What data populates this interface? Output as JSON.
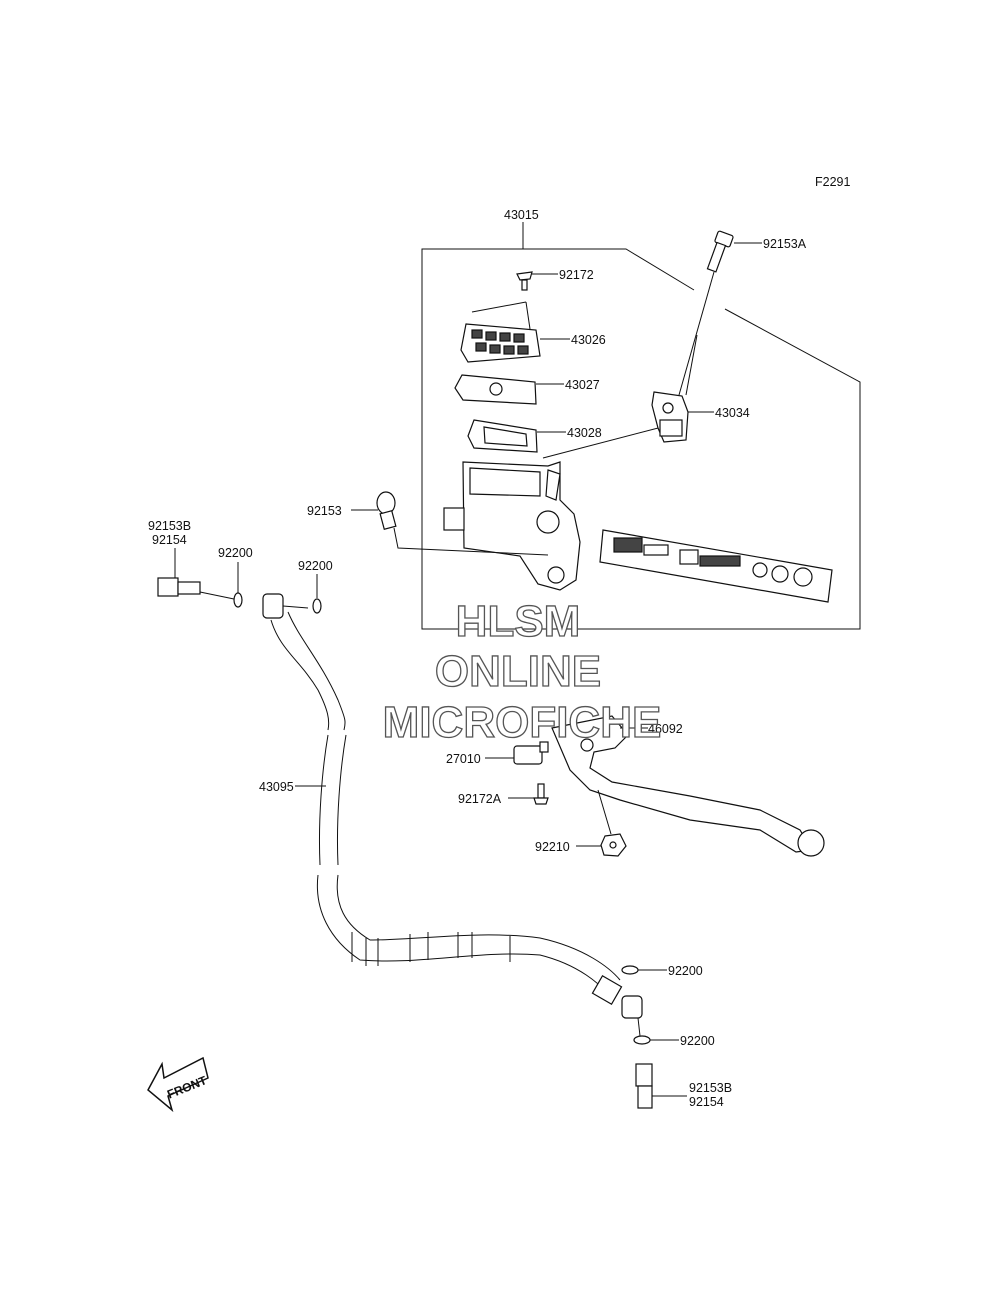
{
  "figure_code": "F2291",
  "watermark": {
    "line1": "HLSM",
    "line2": "ONLINE",
    "line3": "MICROFICHE"
  },
  "front_arrow_label": "FRONT",
  "labels": {
    "p43015": "43015",
    "p92153A": "92153A",
    "p92172": "92172",
    "p43026": "43026",
    "p43027": "43027",
    "p43028": "43028",
    "p43034": "43034",
    "p92153": "92153",
    "p92153B_top": "92153B",
    "p92154_top": "92154",
    "p92200_a": "92200",
    "p92200_b": "92200",
    "p46092": "46092",
    "p27010": "27010",
    "p92172A": "92172A",
    "p43095": "43095",
    "p92210": "92210",
    "p92200_c": "92200",
    "p92200_d": "92200",
    "p92153B_bot": "92153B",
    "p92154_bot": "92154"
  }
}
